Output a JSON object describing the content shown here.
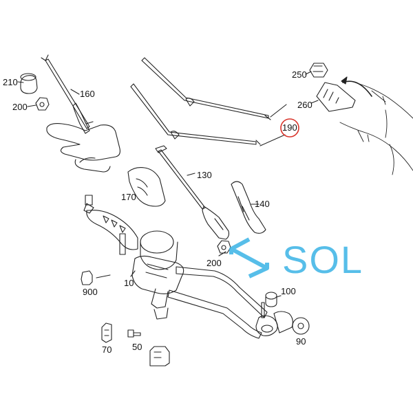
{
  "parts": {
    "p210": "210",
    "p200a": "200",
    "p160": "160",
    "p190": "190",
    "p250": "250",
    "p260": "260",
    "p170": "170",
    "p130": "130",
    "p140": "140",
    "p200b": "200",
    "p900": "900",
    "p10": "10",
    "p100": "100",
    "p70": "70",
    "p50": "50",
    "p90": "90"
  },
  "watermark": {
    "text": "SOL"
  },
  "colors": {
    "highlight_circle": "#d9342b",
    "watermark": "#3ab3e6",
    "line": "#222222"
  }
}
